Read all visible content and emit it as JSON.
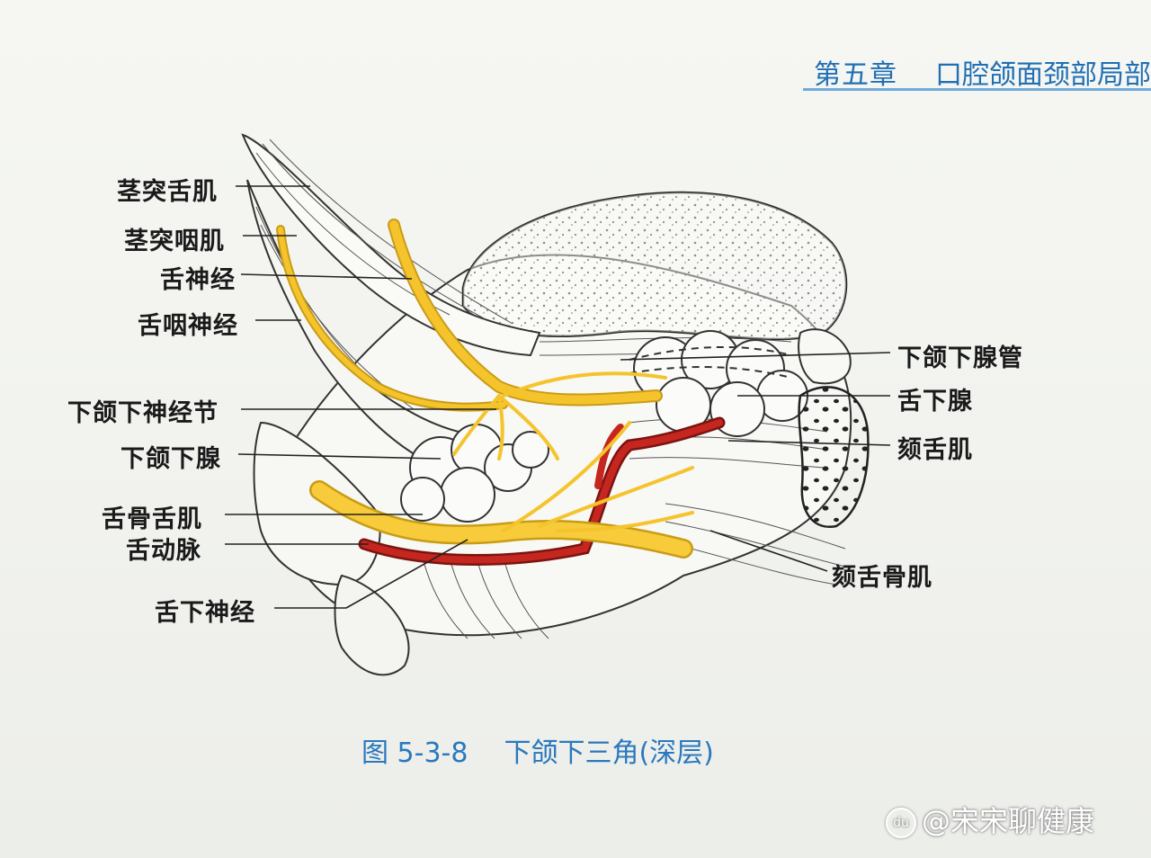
{
  "header": {
    "chapter": "第五章",
    "title": "口腔颌面颈部局部"
  },
  "labels": {
    "styloglossus": "茎突舌肌",
    "stylopharyngeus": "茎突咽肌",
    "lingual_nerve": "舌神经",
    "glossopharyngeal_nerve": "舌咽神经",
    "submandibular_ganglion": "下颌下神经节",
    "submandibular_gland": "下颌下腺",
    "hyoglossus": "舌骨舌肌",
    "lingual_artery": "舌动脉",
    "hypoglossal_nerve": "舌下神经",
    "submandibular_duct": "下颌下腺管",
    "sublingual_gland": "舌下腺",
    "genioglossus": "颏舌肌",
    "geniohyoid": "颏舌骨肌"
  },
  "caption": {
    "number": "图 5-3-8",
    "title": "下颌下三角(深层)"
  },
  "watermark": {
    "icon": "du-icon",
    "text": "@宋宋聊健康"
  },
  "colors": {
    "nerve": "#f5c42c",
    "artery": "#b3201c",
    "accent_blue": "#1f6fb4"
  }
}
